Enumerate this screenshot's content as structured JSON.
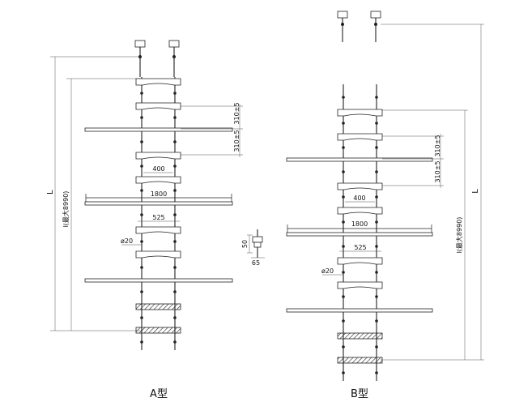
{
  "labels": {
    "type_a": "A型",
    "type_b": "B型",
    "length": "L",
    "length_max": "l(最大8990)",
    "spacing": "310±5",
    "rung_width": "400",
    "platform_width": "1800",
    "post_width": "525",
    "diameter": "ø20",
    "detail_height": "50",
    "detail_width": "65"
  }
}
